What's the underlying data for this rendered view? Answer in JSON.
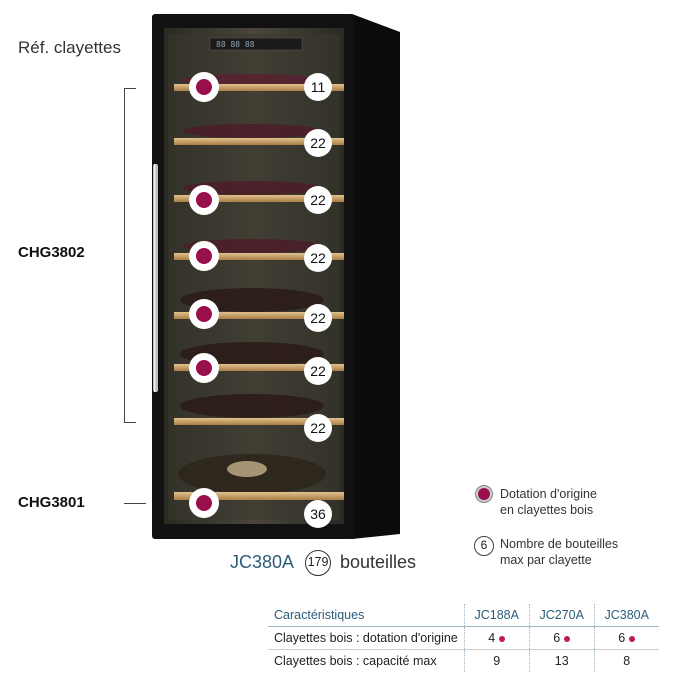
{
  "header": {
    "title": "Réf. clayettes"
  },
  "refs": {
    "upper": "CHG3802",
    "lower": "CHG3801"
  },
  "cellar": {
    "display_text": "88 88 88",
    "shelf_capacities": [
      "11",
      "22",
      "22",
      "22",
      "22",
      "22",
      "22",
      "36"
    ]
  },
  "legend": {
    "dot_text_1": "Dotation d'origine",
    "dot_text_2": "en clayettes bois",
    "num_example": "6",
    "num_text_1": "Nombre de bouteilles",
    "num_text_2": "max par clayette"
  },
  "model": {
    "name": "JC380A",
    "count": "179",
    "unit": "bouteilles"
  },
  "table": {
    "header": [
      "Caractéristiques",
      "JC188A",
      "JC270A",
      "JC380A"
    ],
    "rows": [
      {
        "label": "Clayettes bois : dotation d'origine",
        "values": [
          "4",
          "6",
          "6"
        ]
      },
      {
        "label": "Clayettes bois : capacité max",
        "values": [
          "9",
          "13",
          "8"
        ]
      }
    ]
  },
  "colors": {
    "accent": "#9a0f4e",
    "model_blue": "#2c5d7a",
    "wood": "#c9a36a"
  }
}
